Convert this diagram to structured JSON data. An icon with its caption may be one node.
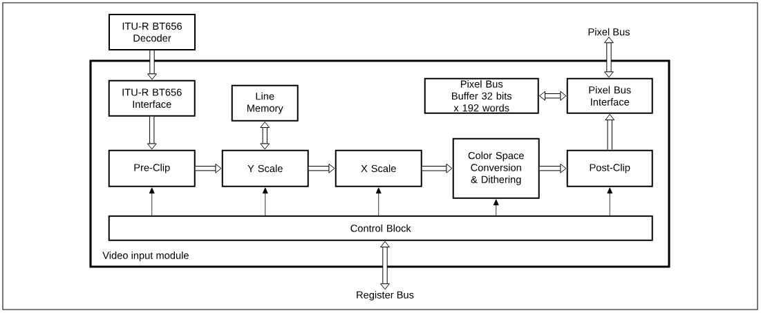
{
  "diagram": {
    "nodes": [
      {
        "text": [
          "Video input module"
        ]
      },
      {
        "text": [
          "ITU-R BT656 Decoder"
        ]
      },
      {
        "text": [
          "ITU-R BT656 Interface"
        ],
        "in": 0
      },
      {
        "text": [
          "Line Memory"
        ],
        "in": 0
      },
      {
        "text": [
          "Pixel Bus Buffer 32 bits x 192 words"
        ],
        "in": 0
      },
      {
        "text": [
          "Pixel Bus Interface"
        ],
        "in": 0
      },
      {
        "text": [
          "Pre-Clip"
        ],
        "in": 0
      },
      {
        "text": [
          "Y Scale"
        ],
        "in": 0
      },
      {
        "text": [
          "X Scale"
        ],
        "in": 0
      },
      {
        "text": [
          "Color Space Conversion & Dithering"
        ],
        "in": 0
      },
      {
        "text": [
          "Post-Clip"
        ],
        "in": 0
      },
      {
        "text": [
          "Control Block"
        ],
        "in": 0
      },
      {
        "text": [
          "Pixel Bus"
        ]
      },
      {
        "text": [
          "Register Bus"
        ]
      }
    ],
    "edges": [
      {
        "from": 1,
        "to": 2,
        "arrow": "to"
      },
      {
        "from": 2,
        "to": 6,
        "arrow": "to"
      },
      {
        "from": 3,
        "to": 7,
        "arrow": "both"
      },
      {
        "from": 4,
        "to": 5,
        "arrow": "both"
      },
      {
        "from": 12,
        "to": 5,
        "arrow": "both"
      },
      {
        "from": 6,
        "to": 7,
        "arrow": "to"
      },
      {
        "from": 7,
        "to": 8,
        "arrow": "to"
      },
      {
        "from": 8,
        "to": 9,
        "arrow": "to"
      },
      {
        "from": 9,
        "to": 10,
        "arrow": "to"
      },
      {
        "from": 10,
        "to": 5,
        "arrow": "to"
      },
      {
        "from": 11,
        "to": 6,
        "arrow": "to"
      },
      {
        "from": 11,
        "to": 7,
        "arrow": "to"
      },
      {
        "from": 11,
        "to": 8,
        "arrow": "to"
      },
      {
        "from": 11,
        "to": 9,
        "arrow": "to"
      },
      {
        "from": 11,
        "to": 10,
        "arrow": "to"
      },
      {
        "from": 11,
        "to": 13,
        "arrow": "both"
      }
    ]
  }
}
